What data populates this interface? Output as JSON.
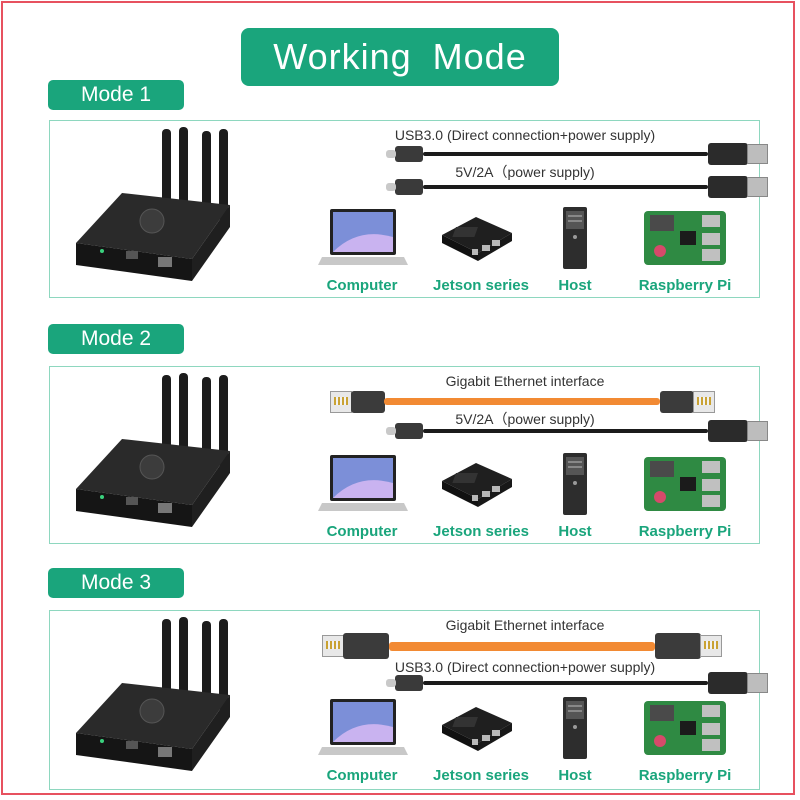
{
  "title": "Working Mode",
  "device_labels": {
    "computer": "Computer",
    "jetson": "Jetson series",
    "host": "Host",
    "raspberry": "Raspberry Pi"
  },
  "modes": [
    {
      "label": "Mode 1",
      "cables": [
        "USB3.0 (Direct connection+power supply)",
        "5V/2A（power supply)"
      ]
    },
    {
      "label": "Mode  2",
      "cables": [
        "Gigabit Ethernet interface",
        "5V/2A（power supply)"
      ]
    },
    {
      "label": "Mode 3",
      "cables": [
        "Gigabit Ethernet interface",
        "USB3.0 (Direct connection+power supply)"
      ]
    }
  ],
  "colors": {
    "accent": "#1aa57c",
    "border": "#e7515f",
    "ethernet": "#f28a33"
  }
}
